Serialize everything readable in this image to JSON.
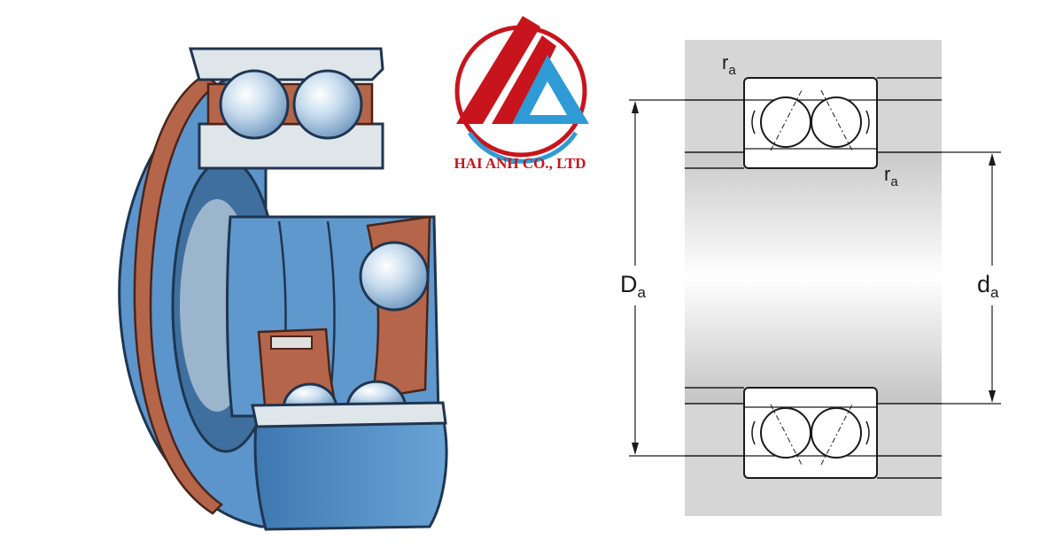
{
  "brand": {
    "name": "HAI ANH CO., LTD",
    "logo_icon": "triangle-arrow-logo-icon",
    "colors": {
      "red": "#c8141c",
      "blue": "#2e9bd6"
    }
  },
  "bearing_illustration": {
    "icon": "double-row-angular-contact-ball-bearing-cutaway-icon",
    "colors": {
      "ring_blue": "#4f8fc7",
      "cage_brown": "#b5654a",
      "ball": "#b9d4ea"
    }
  },
  "dimension_drawing": {
    "labels": {
      "ra_top": {
        "main": "r",
        "sub": "a"
      },
      "ra_right": {
        "main": "r",
        "sub": "a"
      },
      "Da": {
        "main": "D",
        "sub": "a"
      },
      "da": {
        "main": "d",
        "sub": "a"
      }
    },
    "colors": {
      "housing": "#d6d6d6",
      "line": "#1a1a1a"
    }
  }
}
